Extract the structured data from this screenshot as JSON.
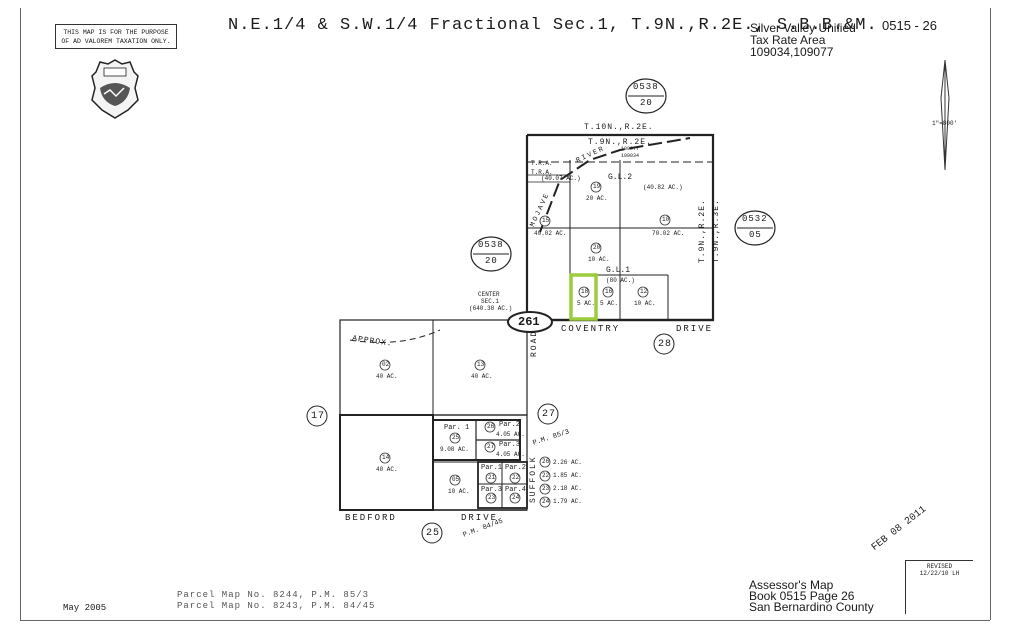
{
  "disclaimer": {
    "line1": "THIS MAP IS FOR THE PURPOSE",
    "line2": "OF AD VALOREM TAXATION ONLY."
  },
  "title": "N.E.1/4 & S.W.1/4 Fractional Sec.1, T.9N.,R.2E., S.B.B.&M.",
  "tax_area": {
    "district": "Silver Valley Unified",
    "label": "Tax Rate Area",
    "codes": "109034,109077"
  },
  "book_page": "0515 - 26",
  "scale_label": "1\"=800'",
  "township_labels": {
    "north": "T.10N.,R.2E.",
    "south": "T.9N.,R.2E.",
    "east_a": "T.9N.,R.2E.",
    "east_b": "T.9N.,R.3E.",
    "tra_a": "T.R.A.",
    "tra_b": "T.R.A."
  },
  "tra_codes": {
    "a": "109077",
    "b": "109034"
  },
  "adjacent_pages": [
    {
      "book": "0538",
      "page": "20"
    },
    {
      "book": "0538",
      "page": "20"
    },
    {
      "book": "0532",
      "page": "05"
    }
  ],
  "parcels": [
    {
      "num": "19",
      "area": "20 AC."
    },
    {
      "num": "10",
      "area": "70.02 AC."
    },
    {
      "num": "15",
      "area": "40.02 AC."
    },
    {
      "num": "20",
      "area": "10 AC."
    },
    {
      "num": "18",
      "area": "5 AC."
    },
    {
      "num": "16",
      "area": "5 AC."
    },
    {
      "num": "12",
      "area": "10 AC."
    },
    {
      "num": "02",
      "area": "40 AC."
    },
    {
      "num": "13",
      "area": "40 AC."
    },
    {
      "num": "14",
      "area": "40 AC."
    },
    {
      "num": "05",
      "area": "10 AC."
    },
    {
      "num": "25",
      "area": "9.08 AC."
    }
  ],
  "small_parcels": [
    "26",
    "27",
    "21",
    "22",
    "23",
    "24"
  ],
  "small_parcel_areas": [
    "4.05 AC.",
    "4.05 AC.",
    "2.26 AC.",
    "1.85 AC.",
    "2.18 AC.",
    "1.79 AC."
  ],
  "small_parcel_nums_side": [
    "26",
    "22",
    "23",
    "24"
  ],
  "pars": {
    "par1": "Par. 1",
    "par2": "Par.2",
    "par3": "Par.3",
    "par1b": "Par.1",
    "par2b": "Par.2",
    "par3b": "Par.3",
    "par4b": "Par.4"
  },
  "gov_lots": {
    "gl2": "G.L.2",
    "gl2_area": "(40.82 AC.)",
    "gl1": "G.L.1",
    "gl1_area": "(80 AC.)",
    "gl_left_area": "(40.07 AC.)"
  },
  "center": {
    "line1": "CENTER",
    "line2": "SEC.1",
    "line3": "(640.38 AC.)"
  },
  "approx": "APPROX.",
  "roads": {
    "mojave": "MOJAVE",
    "river": "RIVER",
    "coventry": "COVENTRY",
    "drive_top": "DRIVE",
    "road": "ROAD",
    "bedford": "BEDFORD",
    "drive_bottom": "DRIVE",
    "suffolk": "SUFFOLK"
  },
  "highway": "261",
  "section_bubbles": [
    "28",
    "17",
    "27",
    "25"
  ],
  "parcel_map_refs": {
    "pm_85_3": "P.M. 85/3",
    "pm_84_45": "P.M. 84/45",
    "line1": "Parcel Map No. 8244, P.M. 85/3",
    "line2": "Parcel Map No. 8243, P.M. 84/45"
  },
  "date": "May 2005",
  "assessor": {
    "line1": "Assessor's Map",
    "line2": "Book 0515 Page 26",
    "line3": "San Bernardino County"
  },
  "revised": {
    "label": "REVISED",
    "value": "12/22/10 LH"
  },
  "stamp": "FEB 08 2011",
  "highlight_parcel": "18",
  "colors": {
    "highlight": "#9ccc3c",
    "ink": "#1a1a1a"
  }
}
